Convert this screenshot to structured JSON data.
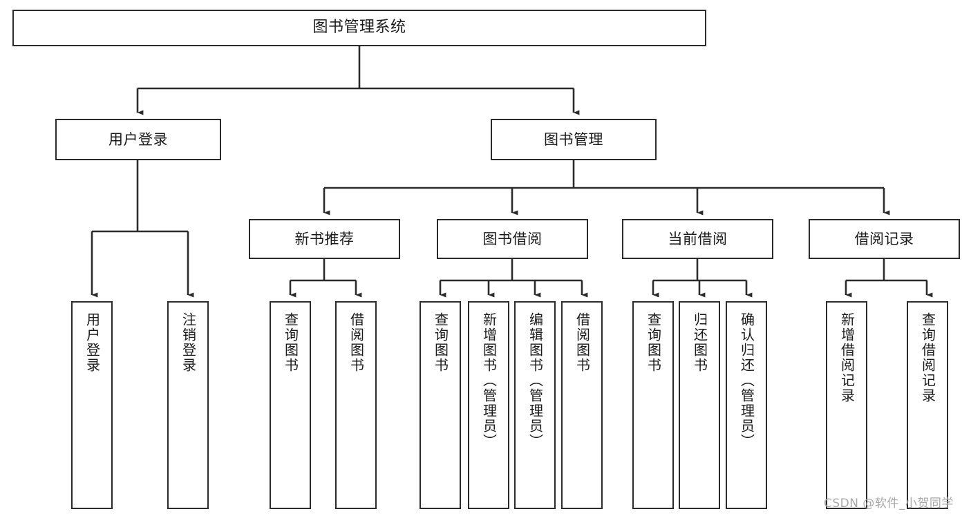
{
  "diagram": {
    "title": "图书管理系统",
    "type": "tree-hierarchy",
    "watermark": "CSDN @软件_小贺同学",
    "colors": {
      "background": "#ffffff",
      "box_border": "#2b2b2b",
      "box_fill": "#ffffff",
      "text": "#1b1b1b",
      "edge": "#2b2b2b",
      "watermark": "#a8a8a8"
    },
    "root": {
      "id": "root",
      "label": "图书管理系统"
    },
    "level2": [
      {
        "id": "user-login",
        "label": "用户登录"
      },
      {
        "id": "book-manage",
        "label": "图书管理"
      }
    ],
    "level3": [
      {
        "id": "new-book-rec",
        "label": "新书推荐",
        "parent": "book-manage"
      },
      {
        "id": "book-borrow",
        "label": "图书借阅",
        "parent": "book-manage"
      },
      {
        "id": "current-borrow",
        "label": "当前借阅",
        "parent": "book-manage"
      },
      {
        "id": "borrow-record",
        "label": "借阅记录",
        "parent": "book-manage"
      }
    ],
    "leaves": [
      {
        "id": "leaf-user-login",
        "label": "用户登录",
        "parent": "user-login"
      },
      {
        "id": "leaf-logout",
        "label": "注销登录",
        "parent": "user-login"
      },
      {
        "id": "leaf-query-book-rec",
        "label": "查询图书",
        "parent": "new-book-rec"
      },
      {
        "id": "leaf-borrow-book-rec",
        "label": "借阅图书",
        "parent": "new-book-rec"
      },
      {
        "id": "leaf-query-book-borrow",
        "label": "查询图书",
        "parent": "book-borrow"
      },
      {
        "id": "leaf-add-book",
        "label": "新增图书（管理员）",
        "parent": "book-borrow"
      },
      {
        "id": "leaf-edit-book",
        "label": "编辑图书（管理员）",
        "parent": "book-borrow"
      },
      {
        "id": "leaf-borrow-book",
        "label": "借阅图书",
        "parent": "book-borrow"
      },
      {
        "id": "leaf-query-book-cur",
        "label": "查询图书",
        "parent": "current-borrow"
      },
      {
        "id": "leaf-return-book",
        "label": "归还图书",
        "parent": "current-borrow"
      },
      {
        "id": "leaf-confirm-return",
        "label": "确认归还（管理员）",
        "parent": "current-borrow"
      },
      {
        "id": "leaf-add-record",
        "label": "新增借阅记录",
        "parent": "borrow-record"
      },
      {
        "id": "leaf-query-record",
        "label": "查询借阅记录",
        "parent": "borrow-record"
      }
    ]
  }
}
